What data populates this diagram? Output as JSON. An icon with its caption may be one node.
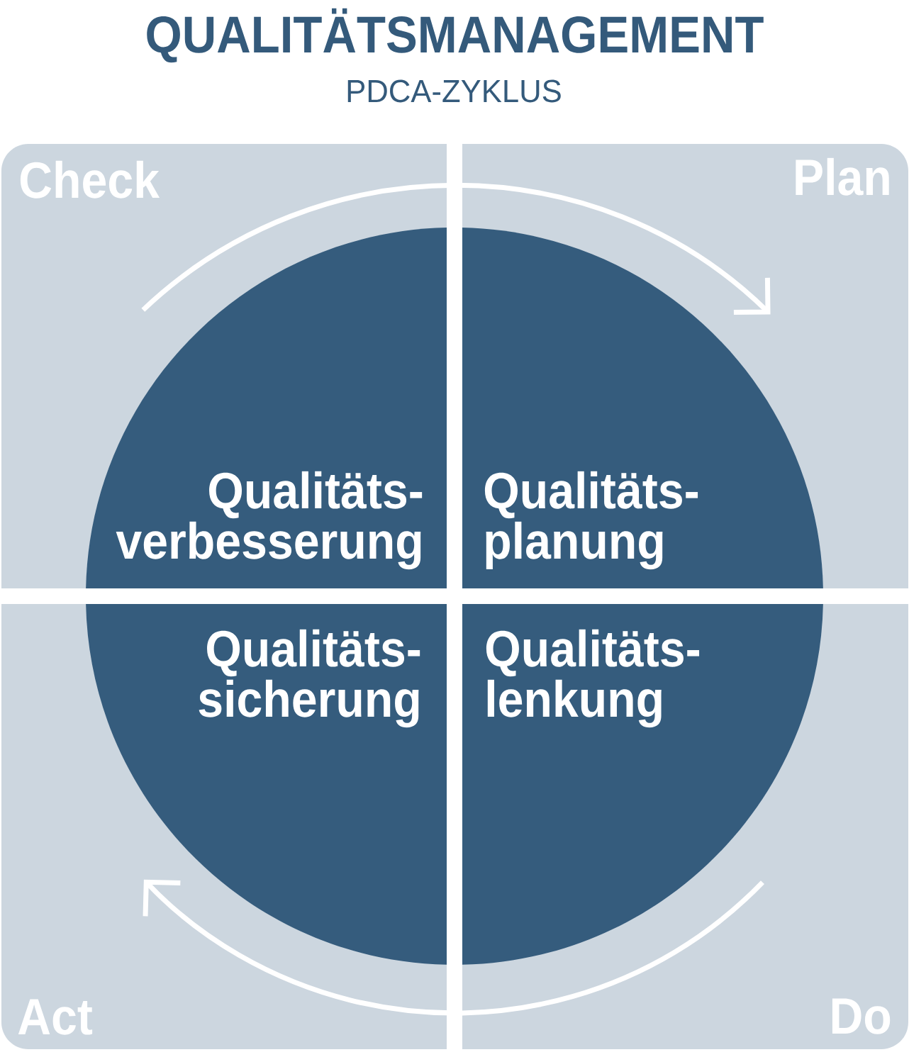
{
  "diagram": {
    "title": "QUALITÄTSMANAGEMENT",
    "nodes": [
      {
        "text": [
          "Check"
        ]
      },
      {
        "text": [
          "Qualitäts- verbesserung"
        ],
        "in": 0
      },
      {
        "text": [
          "Plan"
        ]
      },
      {
        "text": [
          "Qualitäts- planung"
        ],
        "in": 2
      },
      {
        "text": [
          "Act"
        ]
      },
      {
        "text": [
          "Qualitäts- sicherung"
        ],
        "in": 4
      },
      {
        "text": [
          "Do"
        ]
      },
      {
        "text": [
          "Qualitäts- lenkung"
        ],
        "in": 6
      }
    ],
    "labels": [
      "PDCA-ZYKLUS"
    ]
  }
}
